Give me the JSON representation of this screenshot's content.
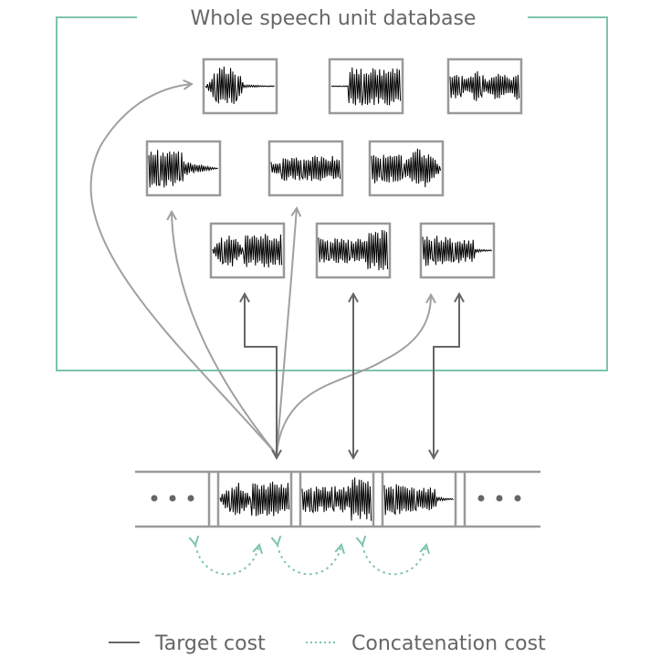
{
  "database": {
    "title": "Whole speech unit database",
    "frame_color": "#7cc4ae",
    "unit_count": 9
  },
  "sequence": {
    "ellipsis_left": "• • •",
    "ellipsis_right": "• • •",
    "selected_units": 3
  },
  "legend": {
    "items": [
      {
        "label": "Target cost",
        "style": "solid",
        "color": "#666666"
      },
      {
        "label": "Concatenation cost",
        "style": "dotted",
        "color": "#7cc4ae"
      }
    ]
  },
  "colors": {
    "target_line": "#666666",
    "candidate_curve": "#a0a0a0",
    "concatenation": "#7cc4ae",
    "box_border": "#999999",
    "waveform": "#000000"
  }
}
